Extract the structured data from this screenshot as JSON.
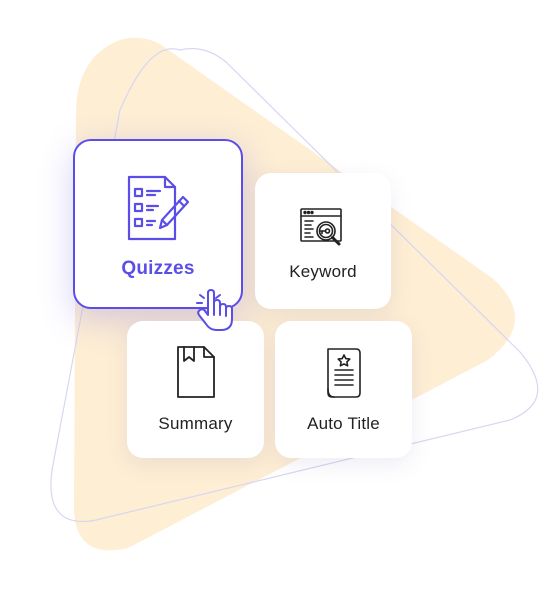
{
  "colors": {
    "accent": "#5b4ee8",
    "triangle_fill": "#fdeed4",
    "outline_stroke": "#d8d6f2",
    "text": "#222222"
  },
  "cards": [
    {
      "id": "quizzes",
      "label": "Quizzes",
      "icon": "quiz-checklist-icon",
      "selected": true
    },
    {
      "id": "keyword",
      "label": "Keyword",
      "icon": "keyword-search-icon",
      "selected": false
    },
    {
      "id": "summary",
      "label": "Summary",
      "icon": "bookmark-document-icon",
      "selected": false
    },
    {
      "id": "auto-title",
      "label": "Auto Title",
      "icon": "certificate-document-icon",
      "selected": false
    }
  ],
  "cursor": {
    "icon": "hand-pointer-icon"
  }
}
